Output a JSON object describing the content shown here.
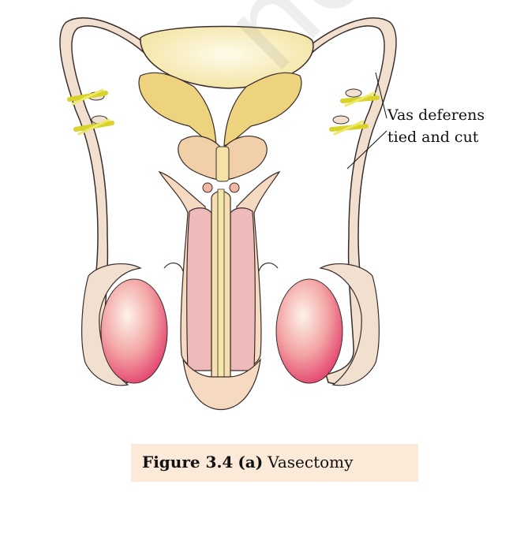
{
  "labels": {
    "line1": "Vas deferens",
    "line2": "tied and cut"
  },
  "caption": {
    "figure_label": "Figure 3.4",
    "part": "(a)",
    "title": "Vasectomy"
  },
  "watermark": "not to b",
  "colors": {
    "bladder": "#f6e9b2",
    "gland": "#efd683",
    "penis_pink": "#eeb9b8",
    "skin": "#f2d6bf",
    "testis": "#ee7f88",
    "ligature": "#e5e03a"
  }
}
